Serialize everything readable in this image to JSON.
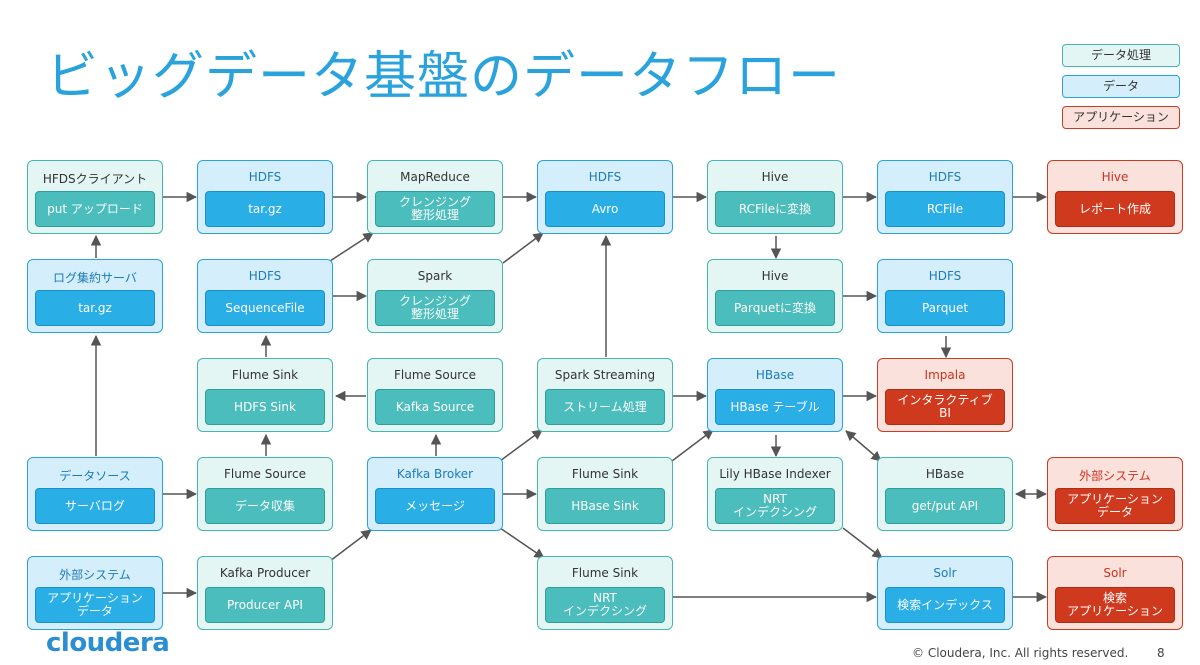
{
  "title": "ビッグデータ基盤のデータフロー",
  "legend": {
    "processing": "データ処理",
    "data": "データ",
    "application": "アプリケーション"
  },
  "nodes": {
    "hdfs_client": {
      "header": "HFDSクライアント",
      "body": "put アップロード"
    },
    "hdfs_targz": {
      "header": "HDFS",
      "body": "tar.gz"
    },
    "mapreduce": {
      "header": "MapReduce",
      "body": "クレンジング\n整形処理"
    },
    "hdfs_avro": {
      "header": "HDFS",
      "body": "Avro"
    },
    "hive_rcfile": {
      "header": "Hive",
      "body": "RCFileに変換"
    },
    "hdfs_rcfile": {
      "header": "HDFS",
      "body": "RCFile"
    },
    "hive_report": {
      "header": "Hive",
      "body": "レポート作成"
    },
    "log_server": {
      "header": "ログ集約サーバ",
      "body": "tar.gz"
    },
    "hdfs_seqfile": {
      "header": "HDFS",
      "body": "SequenceFile"
    },
    "spark": {
      "header": "Spark",
      "body": "クレンジング\n整形処理"
    },
    "hive_parquet": {
      "header": "Hive",
      "body": "Parquetに変換"
    },
    "hdfs_parquet": {
      "header": "HDFS",
      "body": "Parquet"
    },
    "flume_sink_hdfs": {
      "header": "Flume Sink",
      "body": "HDFS Sink"
    },
    "flume_source_kafka": {
      "header": "Flume Source",
      "body": "Kafka Source"
    },
    "spark_streaming": {
      "header": "Spark Streaming",
      "body": "ストリーム処理"
    },
    "hbase_table": {
      "header": "HBase",
      "body": "HBase テーブル"
    },
    "impala": {
      "header": "Impala",
      "body": "インタラクティブ\nBI"
    },
    "datasource": {
      "header": "データソース",
      "body": "サーバログ"
    },
    "flume_source_collect": {
      "header": "Flume Source",
      "body": "データ収集"
    },
    "kafka_broker": {
      "header": "Kafka Broker",
      "body": "メッセージ"
    },
    "flume_sink_hbase": {
      "header": "Flume Sink",
      "body": "HBase Sink"
    },
    "lily_indexer": {
      "header": "Lily HBase Indexer",
      "body": "NRT\nインデクシング"
    },
    "hbase_api": {
      "header": "HBase",
      "body": "get/put API"
    },
    "external_system_app": {
      "header": "外部システム",
      "body": "アプリケーション\nデータ"
    },
    "external_system_src": {
      "header": "外部システム",
      "body": "アプリケーション\nデータ"
    },
    "kafka_producer": {
      "header": "Kafka Producer",
      "body": "Producer API"
    },
    "flume_sink_nrt": {
      "header": "Flume Sink",
      "body": "NRT\nインデクシング"
    },
    "solr_index": {
      "header": "Solr",
      "body": "検索インデックス"
    },
    "solr_app": {
      "header": "Solr",
      "body": "検索\nアプリケーション"
    }
  },
  "logo": "cloudera",
  "footer": "© Cloudera, Inc. All rights reserved.",
  "page_number": "8",
  "colors": {
    "title": "#2aa3dd",
    "processing": "#4bbdbc",
    "data": "#29aee6",
    "application": "#cf3a1e",
    "arrow": "#555555"
  }
}
